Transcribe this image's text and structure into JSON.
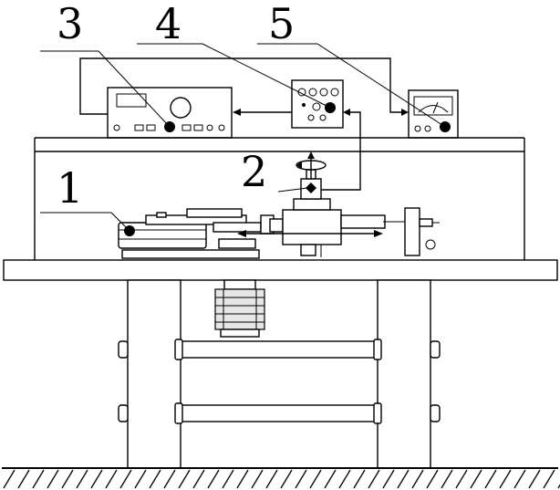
{
  "diagram": {
    "callouts": [
      {
        "id": "1",
        "text": "1"
      },
      {
        "id": "2",
        "text": "2"
      },
      {
        "id": "3",
        "text": "3"
      },
      {
        "id": "4",
        "text": "4"
      },
      {
        "id": "5",
        "text": "5"
      }
    ]
  },
  "colors": {
    "ink": "#000000",
    "background": "#ffffff",
    "motor_gray": "#e6e6e6"
  }
}
